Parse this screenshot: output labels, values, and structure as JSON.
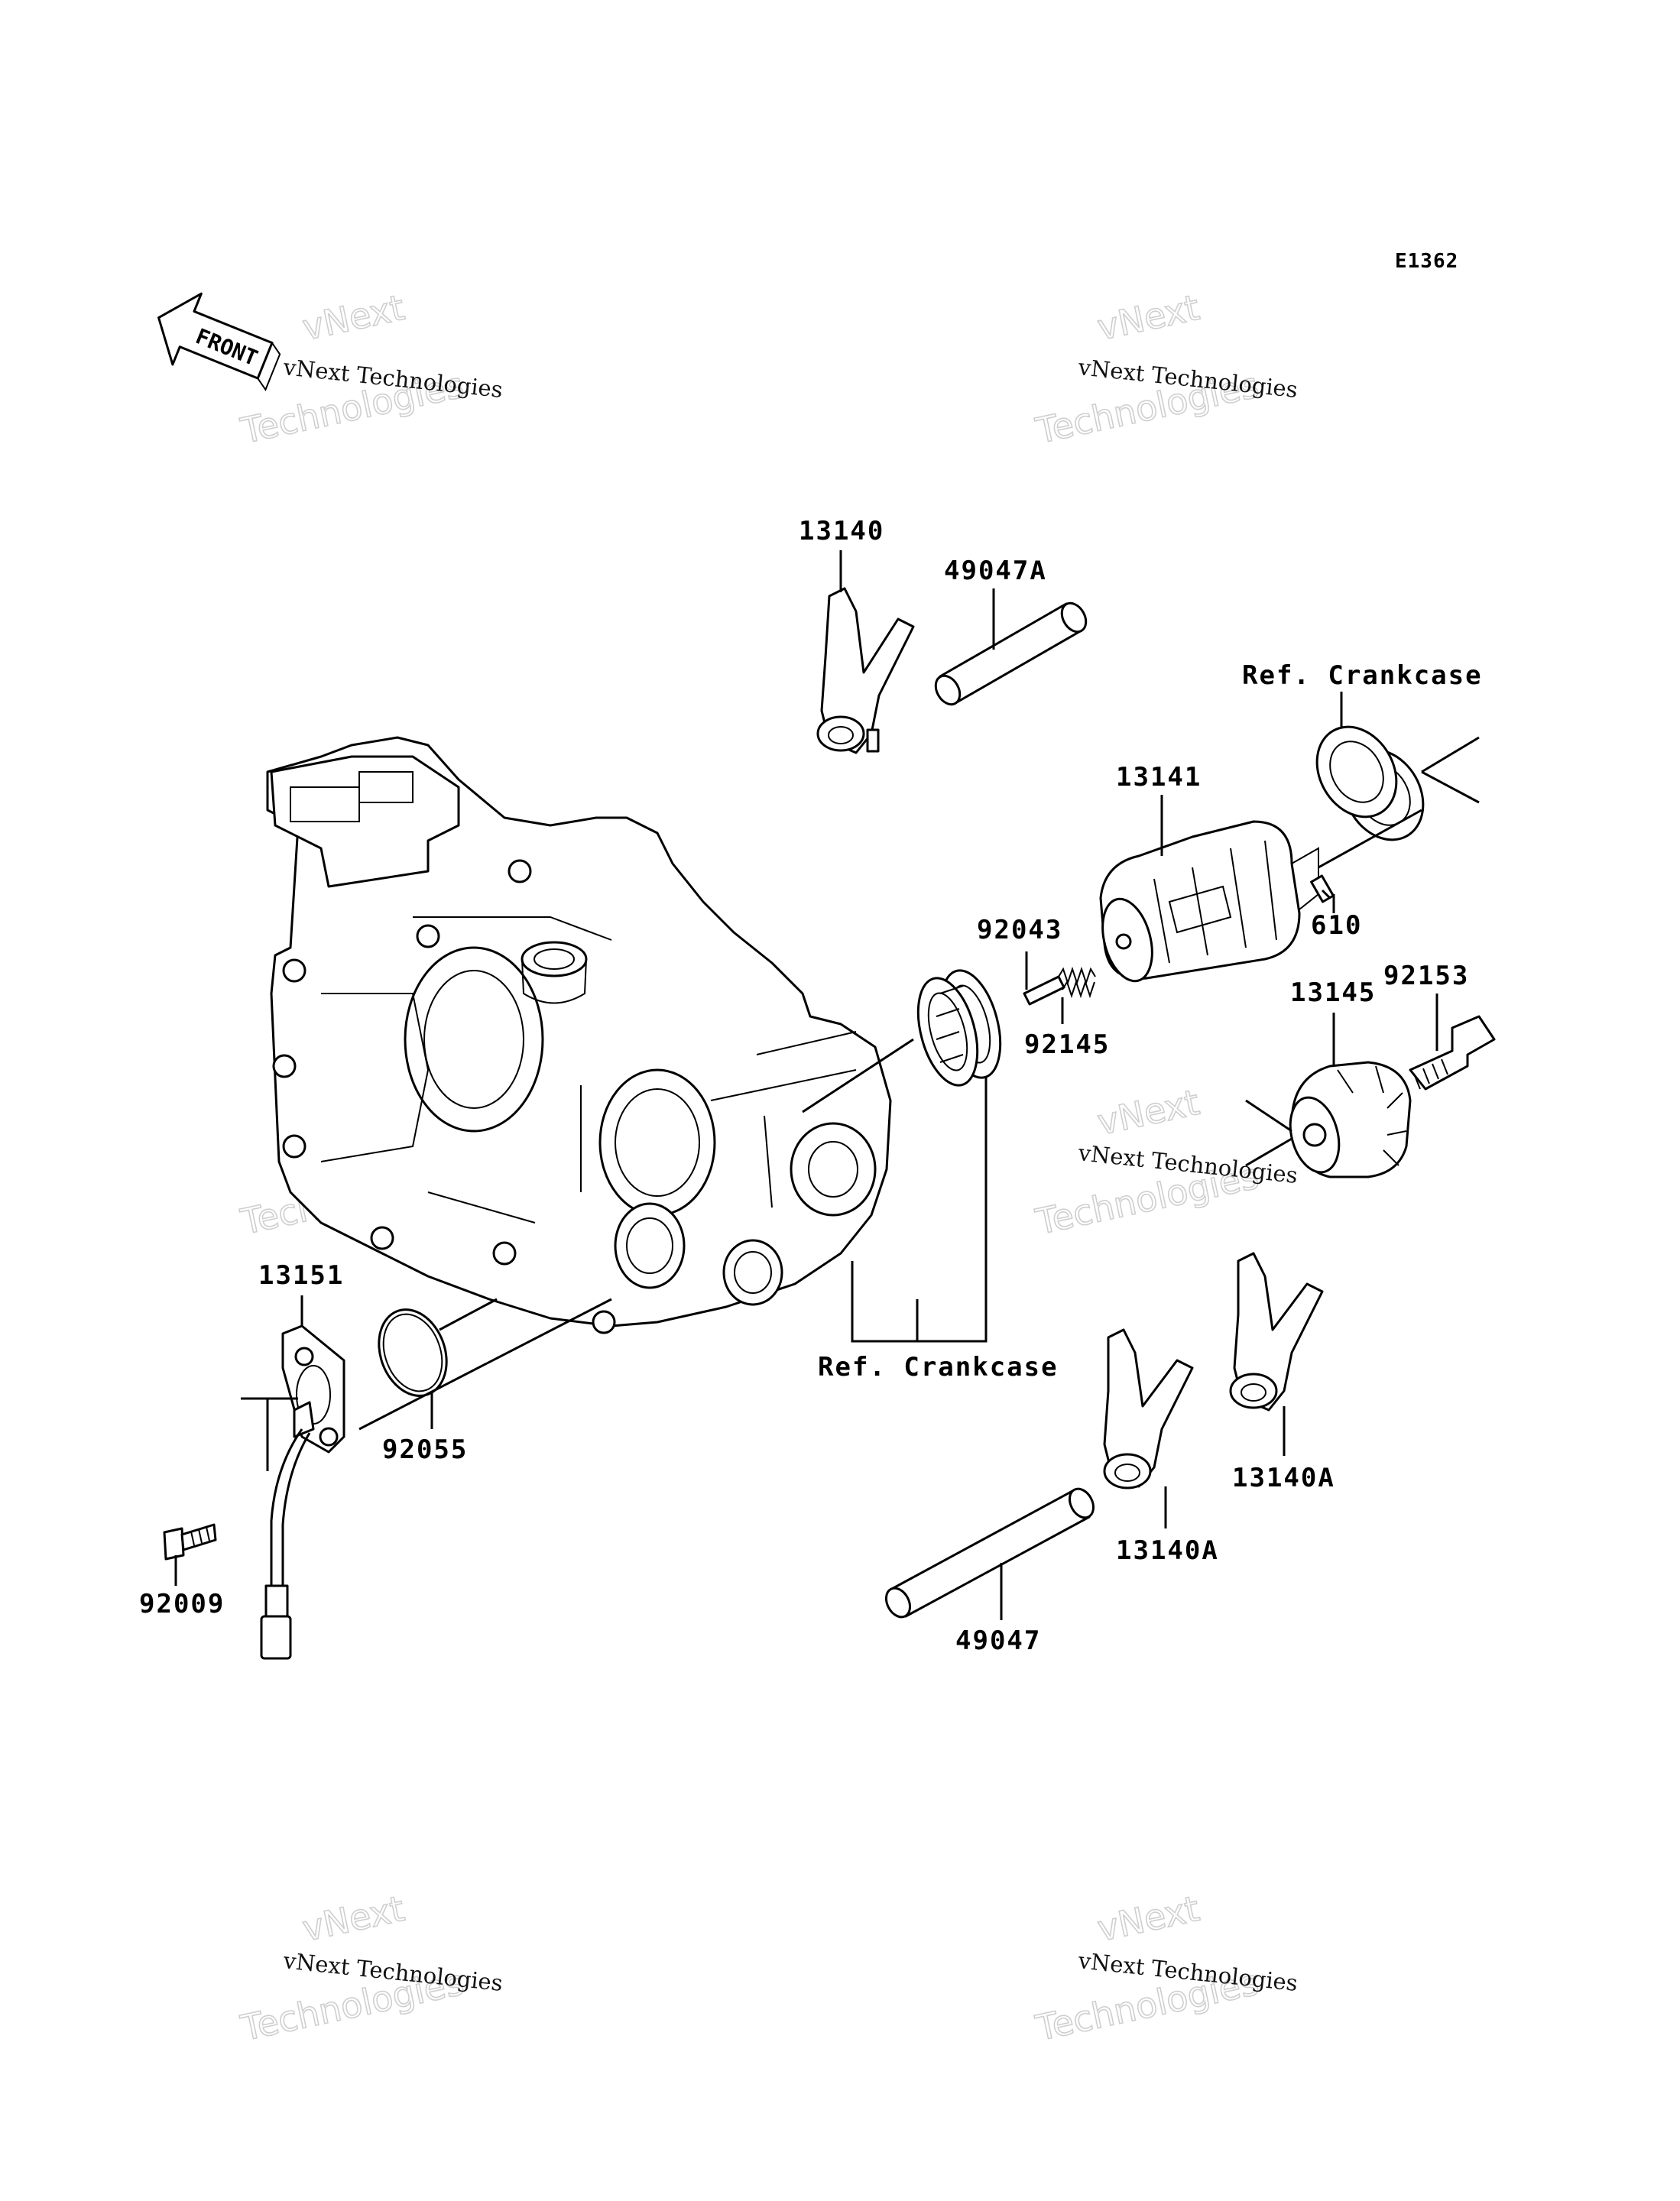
{
  "diagram_code": "E1362",
  "front_badge": "FRONT",
  "watermark": {
    "line1": "vNext Technologies",
    "big_top": "vNext",
    "big_bottom": "Technologies"
  },
  "labels": {
    "p13140": "13140",
    "p49047A": "49047A",
    "ref_crankcase_top": "Ref. Crankcase",
    "p13141": "13141",
    "p610": "610",
    "p92043": "92043",
    "p92145": "92145",
    "p92153": "92153",
    "p13145": "13145",
    "p13151": "13151",
    "p92055": "92055",
    "ref_crankcase_bottom": "Ref. Crankcase",
    "p92009": "92009",
    "p13140A_right": "13140A",
    "p13140A_left": "13140A",
    "p49047": "49047"
  }
}
